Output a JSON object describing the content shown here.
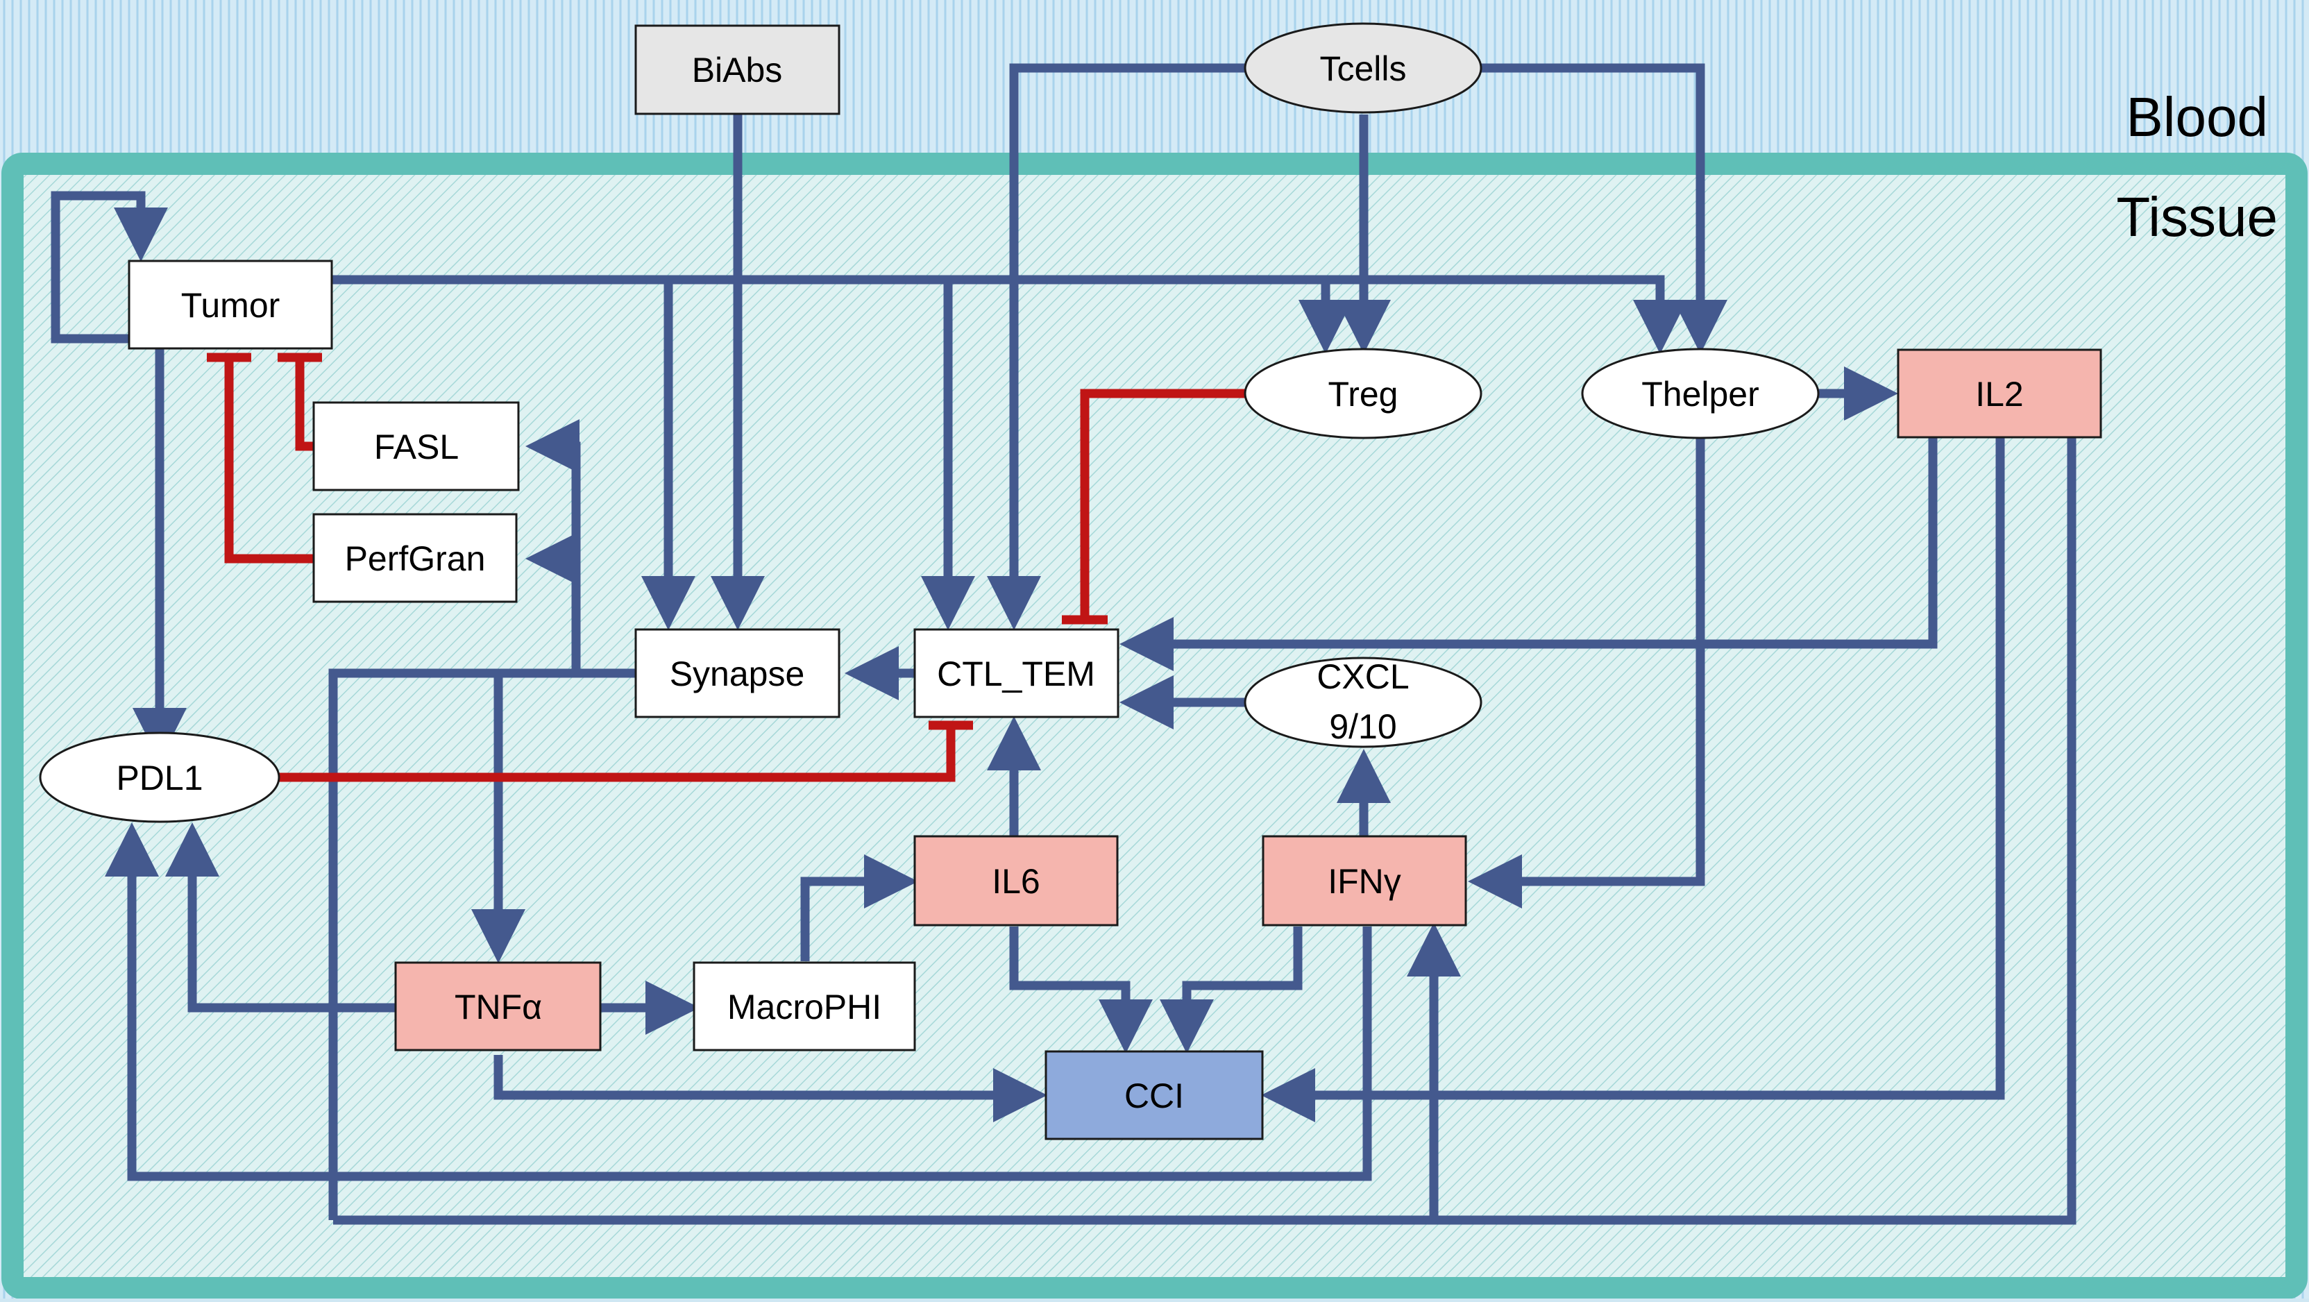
{
  "regions": {
    "blood": {
      "label": "Blood"
    },
    "tissue": {
      "label": "Tissue"
    }
  },
  "nodes": {
    "biabs": {
      "label": "BiAbs"
    },
    "tcells": {
      "label": "Tcells"
    },
    "tumor": {
      "label": "Tumor"
    },
    "fasl": {
      "label": "FASL"
    },
    "perfgran": {
      "label": "PerfGran"
    },
    "treg": {
      "label": "Treg"
    },
    "thelper": {
      "label": "Thelper"
    },
    "il2": {
      "label": "IL2"
    },
    "synapse": {
      "label": "Synapse"
    },
    "ctl_tem": {
      "label": "CTL_TEM"
    },
    "cxcl": {
      "label_line1": "CXCL",
      "label_line2": "9/10"
    },
    "pdl1": {
      "label": "PDL1"
    },
    "il6": {
      "label": "IL6"
    },
    "ifng": {
      "label": "IFNγ"
    },
    "tnfa": {
      "label": "TNFα"
    },
    "macrophi": {
      "label": "MacroPHI"
    },
    "cci": {
      "label": "CCI"
    }
  },
  "colors": {
    "blood_bg": "#cfe7f3",
    "tissue_border": "#5fbfb7",
    "tissue_bg": "#d5eeee",
    "activation_edge": "#44598e",
    "inhibition_edge": "#c01515",
    "cytokine_fill": "#f5b5ae",
    "cci_fill": "#8eaadc",
    "input_fill": "#e6e6e6",
    "node_fill": "#ffffff"
  }
}
